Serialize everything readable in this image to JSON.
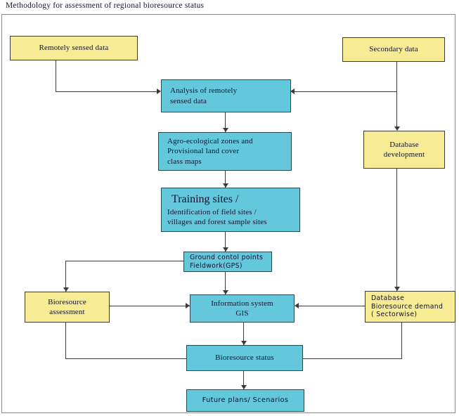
{
  "title": "Methodology for assessment of regional bioresource status",
  "colors": {
    "source_box": "#f7eb93",
    "process_box": "#64c8dc",
    "connector": "#3a3a3a",
    "frame": "#8a8a8a",
    "text": "#11112e"
  },
  "nodes": {
    "remotely_sensed_data": {
      "label": "Remotely sensed data",
      "type": "source"
    },
    "secondary_data": {
      "label": "Secondary data",
      "type": "source"
    },
    "analysis": {
      "line1": "Analysis of remotely",
      "line2": "sensed data",
      "type": "process"
    },
    "agro_zones": {
      "line1": "Agro-ecological zones and",
      "line2": "Provisional land cover",
      "line3": "class maps",
      "type": "process"
    },
    "training_sites": {
      "line1": "Training sites /",
      "line2": "Identification of field sites /",
      "line3": "villages and forest sample sites",
      "type": "process"
    },
    "database_development": {
      "line1": "Database",
      "line2": "development",
      "type": "source"
    },
    "ground_control": {
      "line1": "Ground contol points",
      "line2": "Fieldwork(GPS)",
      "type": "process"
    },
    "bioresource_assessment": {
      "line1": "Bioresource",
      "line2": "assessment",
      "type": "source"
    },
    "information_system": {
      "line1": "Information system",
      "line2": "GIS",
      "type": "process"
    },
    "database_demand": {
      "line1": "Database",
      "line2": "Bioresource demand",
      "line3": "( Sectorwise)",
      "type": "source"
    },
    "bioresource_status": {
      "label": "Bioresource status",
      "type": "process"
    },
    "future_plans": {
      "label": "Future plans/ Scenarios",
      "type": "process"
    }
  },
  "flow": {
    "edges": [
      {
        "from": "remotely_sensed_data",
        "to": "analysis"
      },
      {
        "from": "secondary_data",
        "to": "analysis"
      },
      {
        "from": "secondary_data",
        "to": "database_development"
      },
      {
        "from": "analysis",
        "to": "agro_zones"
      },
      {
        "from": "agro_zones",
        "to": "training_sites"
      },
      {
        "from": "training_sites",
        "to": "ground_control"
      },
      {
        "from": "ground_control",
        "to": "bioresource_assessment"
      },
      {
        "from": "ground_control",
        "to": "information_system"
      },
      {
        "from": "bioresource_assessment",
        "to": "information_system"
      },
      {
        "from": "bioresource_assessment",
        "to": "bioresource_status"
      },
      {
        "from": "database_development",
        "to": "database_demand"
      },
      {
        "from": "database_demand",
        "to": "information_system"
      },
      {
        "from": "database_demand",
        "to": "bioresource_status"
      },
      {
        "from": "information_system",
        "to": "bioresource_status"
      },
      {
        "from": "bioresource_status",
        "to": "future_plans"
      }
    ]
  }
}
